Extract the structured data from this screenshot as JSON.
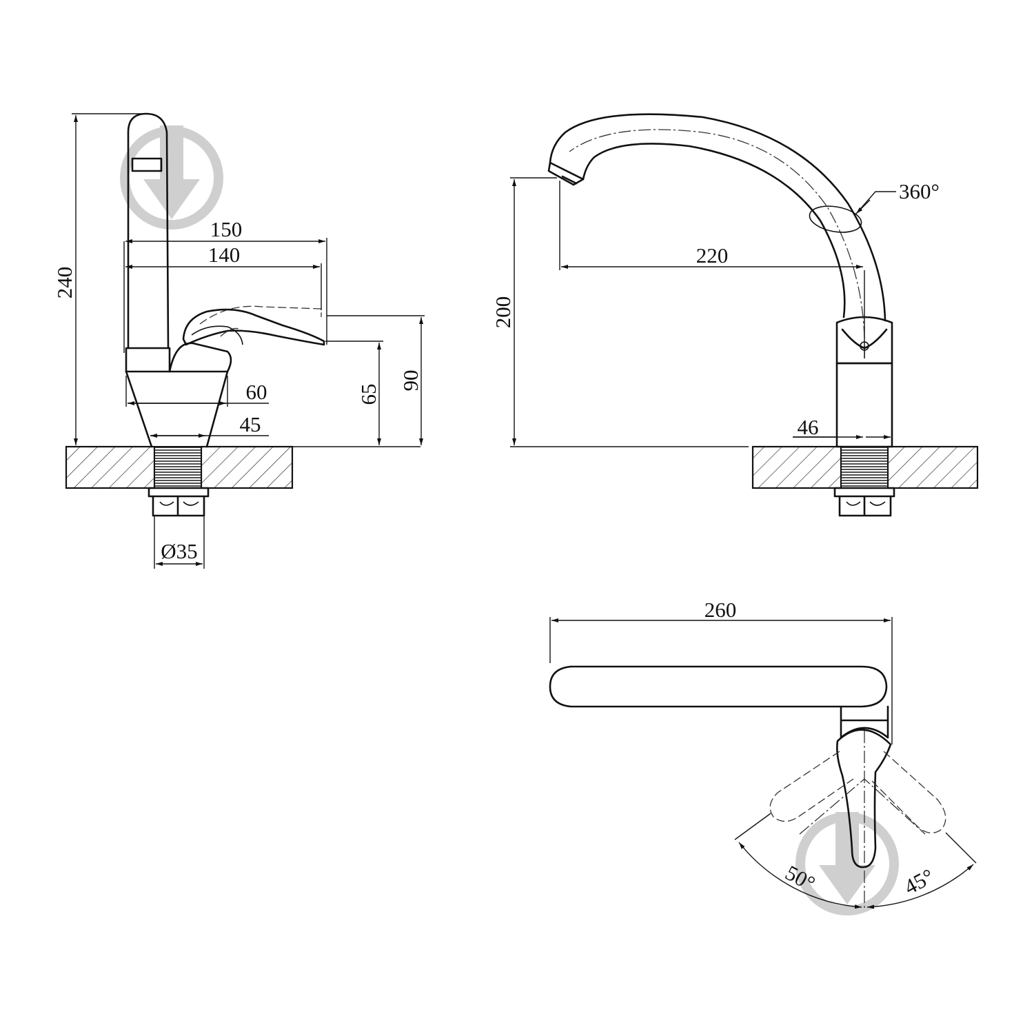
{
  "views": {
    "side": {
      "dims": {
        "total_height": "240",
        "reach_outer": "150",
        "reach_inner": "140",
        "base_width": "60",
        "neck_width": "45",
        "lever_height": "65",
        "top_height": "90",
        "thread_diameter": "Ø35"
      }
    },
    "front": {
      "dims": {
        "spout_height": "200",
        "spout_reach": "220",
        "body_diameter": "46",
        "rotation": "360°"
      }
    },
    "top": {
      "dims": {
        "total_length": "260",
        "angle_left": "50°",
        "angle_right": "45°"
      }
    }
  },
  "colors": {
    "line": "#111111",
    "watermark": "#cfcfcf"
  },
  "icons": [
    "arrow-down-circle-watermark-icon"
  ]
}
